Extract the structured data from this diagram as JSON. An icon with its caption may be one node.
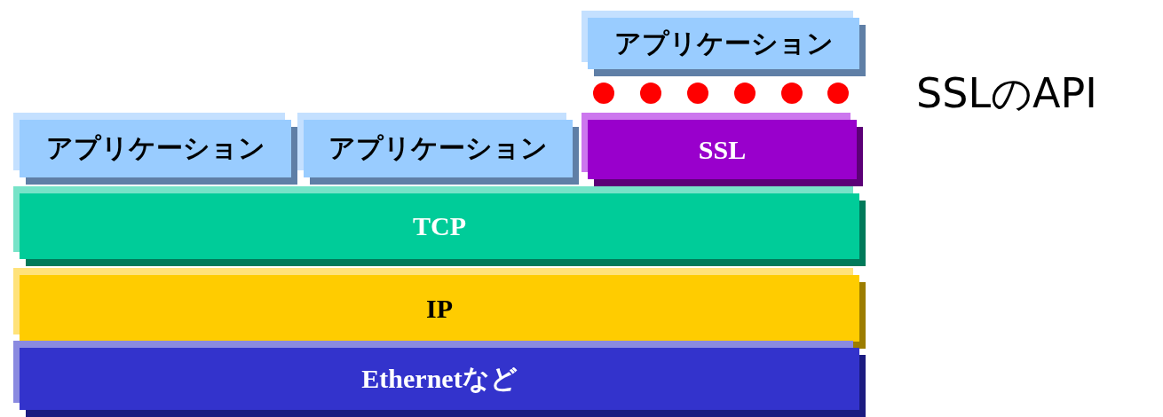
{
  "diagram": {
    "nodes": [
      {
        "text": [
          "アプリケーション"
        ]
      },
      {
        "text": [
          "アプリケーション"
        ]
      },
      {
        "text": [
          "アプリケーション"
        ]
      },
      {
        "text": [
          "SSL"
        ]
      },
      {
        "text": [
          "TCP"
        ]
      },
      {
        "text": [
          "IP"
        ]
      },
      {
        "text": [
          "Ethernetなど"
        ]
      }
    ],
    "labels": [
      "SSLのAPI"
    ]
  }
}
